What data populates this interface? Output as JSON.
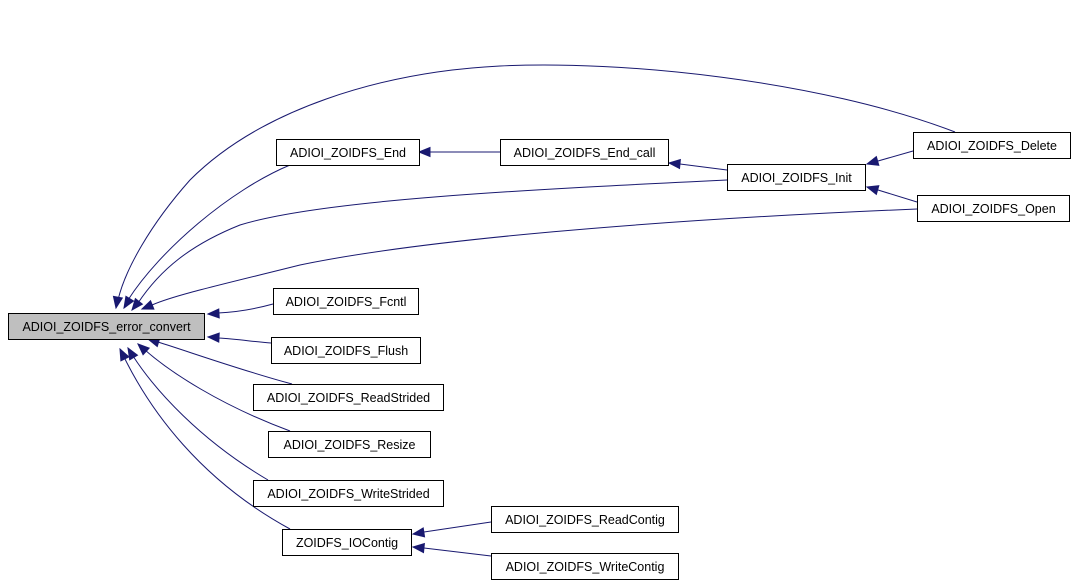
{
  "graph": {
    "edge_color": "#191970",
    "root_fill": "#bfbfbf",
    "nodes": [
      {
        "id": "root",
        "label": "ADIOI_ZOIDFS_error_convert"
      },
      {
        "id": "end",
        "label": "ADIOI_ZOIDFS_End"
      },
      {
        "id": "end_call",
        "label": "ADIOI_ZOIDFS_End_call"
      },
      {
        "id": "init",
        "label": "ADIOI_ZOIDFS_Init"
      },
      {
        "id": "delete",
        "label": "ADIOI_ZOIDFS_Delete"
      },
      {
        "id": "open",
        "label": "ADIOI_ZOIDFS_Open"
      },
      {
        "id": "fcntl",
        "label": "ADIOI_ZOIDFS_Fcntl"
      },
      {
        "id": "flush",
        "label": "ADIOI_ZOIDFS_Flush"
      },
      {
        "id": "readstrided",
        "label": "ADIOI_ZOIDFS_ReadStrided"
      },
      {
        "id": "resize",
        "label": "ADIOI_ZOIDFS_Resize"
      },
      {
        "id": "writestrided",
        "label": "ADIOI_ZOIDFS_WriteStrided"
      },
      {
        "id": "iocontig",
        "label": "ZOIDFS_IOContig"
      },
      {
        "id": "readcontig",
        "label": "ADIOI_ZOIDFS_ReadContig"
      },
      {
        "id": "writecontig",
        "label": "ADIOI_ZOIDFS_WriteContig"
      }
    ],
    "edges": [
      {
        "from": "end",
        "to": "root"
      },
      {
        "from": "end_call",
        "to": "end"
      },
      {
        "from": "init",
        "to": "end_call"
      },
      {
        "from": "init",
        "to": "root"
      },
      {
        "from": "delete",
        "to": "init"
      },
      {
        "from": "delete",
        "to": "root"
      },
      {
        "from": "open",
        "to": "init"
      },
      {
        "from": "open",
        "to": "root"
      },
      {
        "from": "fcntl",
        "to": "root"
      },
      {
        "from": "flush",
        "to": "root"
      },
      {
        "from": "readstrided",
        "to": "root"
      },
      {
        "from": "resize",
        "to": "root"
      },
      {
        "from": "writestrided",
        "to": "root"
      },
      {
        "from": "iocontig",
        "to": "root"
      },
      {
        "from": "readcontig",
        "to": "iocontig"
      },
      {
        "from": "writecontig",
        "to": "iocontig"
      }
    ]
  }
}
